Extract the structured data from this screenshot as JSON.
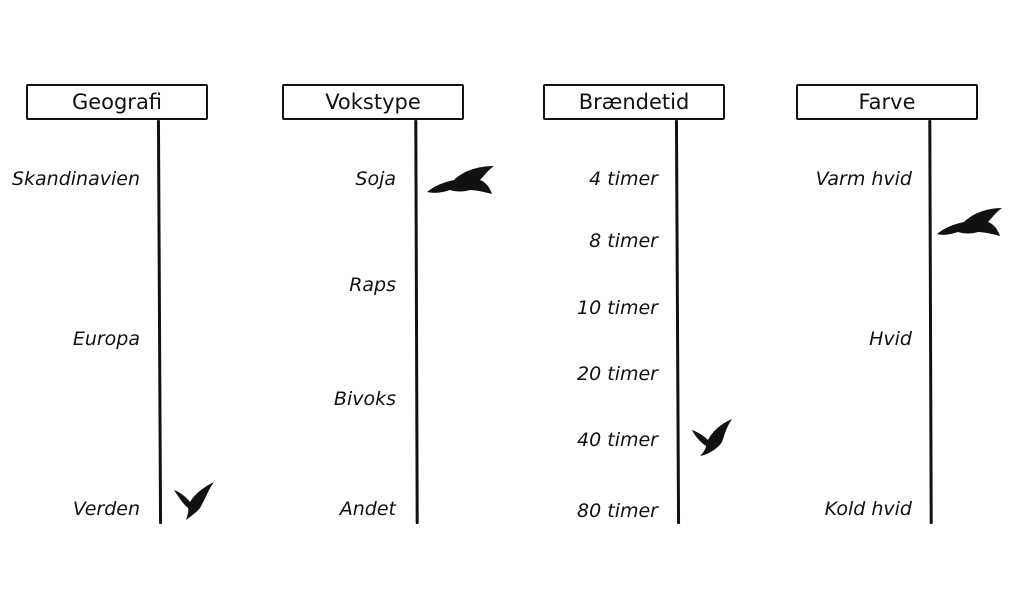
{
  "columns": [
    {
      "title": "Geografi",
      "options": [
        "Skandinavien",
        "Europa",
        "Verden"
      ],
      "selected": "Verden",
      "selected_index": 2
    },
    {
      "title": "Vokstype",
      "options": [
        "Soja",
        "Raps",
        "Bivoks",
        "Andet"
      ],
      "selected": "Soja",
      "selected_index": 0
    },
    {
      "title": "Brændetid",
      "options": [
        "4 timer",
        "8 timer",
        "10 timer",
        "20 timer",
        "40 timer",
        "80 timer"
      ],
      "selected": "40 timer",
      "selected_index": 4
    },
    {
      "title": "Farve",
      "options": [
        "Varm hvid",
        "Hvid",
        "Kold hvid"
      ],
      "selected": "Varm hvid",
      "selected_index": 0
    }
  ],
  "icons": {
    "marker": "bird-icon"
  },
  "colors": {
    "ink": "#111111",
    "background": "#ffffff"
  }
}
